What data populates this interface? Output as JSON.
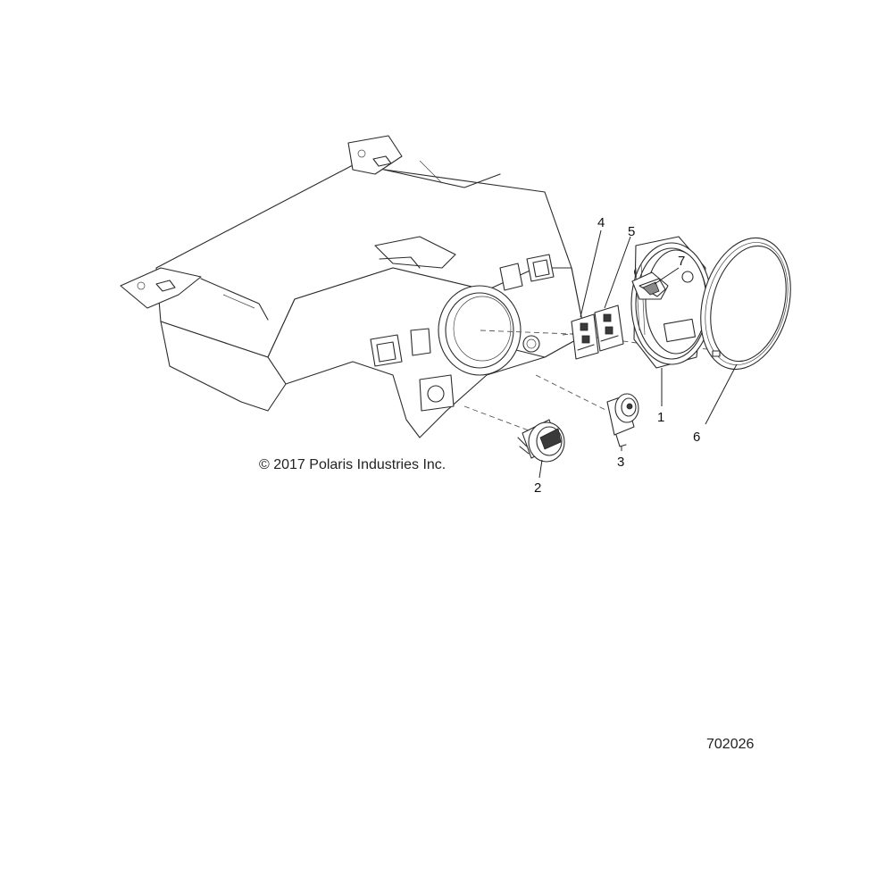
{
  "copyright": "© 2017 Polaris Industries Inc.",
  "diagram_id": "702026",
  "callouts": [
    "1",
    "2",
    "3",
    "4",
    "5",
    "6",
    "7"
  ]
}
